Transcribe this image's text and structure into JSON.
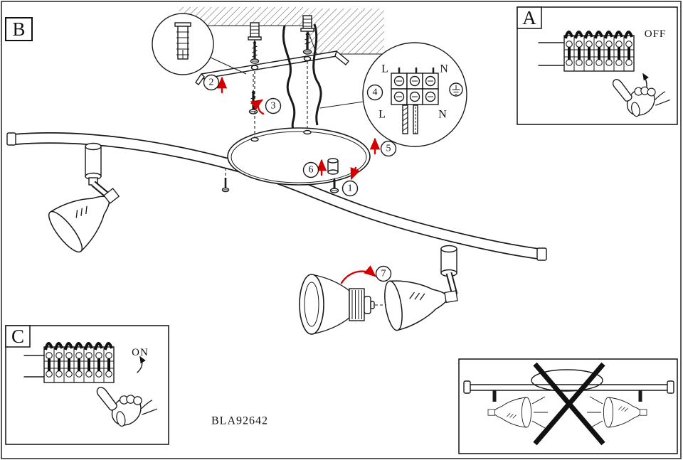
{
  "document": {
    "code": "BLA92642"
  },
  "panels": {
    "main_label": "B",
    "wiring_off": {
      "label": "A",
      "state": "OFF"
    },
    "wiring_on": {
      "label": "C",
      "state": "ON"
    }
  },
  "steps": [
    "1",
    "2",
    "3",
    "4",
    "5",
    "6",
    "7"
  ],
  "terminal_labels": {
    "l_top": "L",
    "n_top": "N",
    "l_bottom": "L",
    "n_bottom": "N"
  },
  "colors": {
    "accent": "#d40000",
    "ink": "#1a1a1a"
  }
}
